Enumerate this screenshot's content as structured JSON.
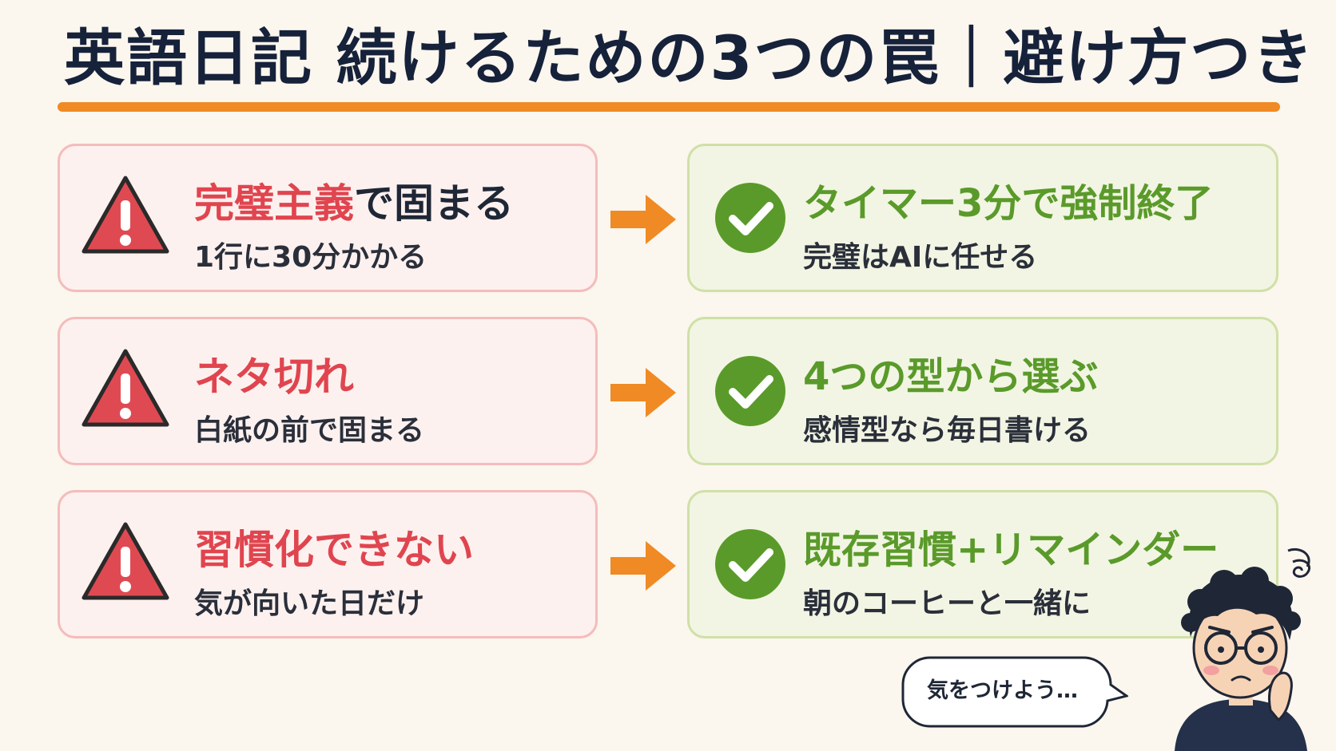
{
  "title": "英語日記 続けるための3つの罠｜避け方つき",
  "colors": {
    "accent": "#f08a24",
    "warning": "#e0454f",
    "success": "#5a9a2a",
    "text": "#16213a"
  },
  "rows": [
    {
      "problem": {
        "title_highlight": "完璧主義",
        "title_rest": "で固まる",
        "sub": "1行に30分かかる",
        "icon": "warning-icon"
      },
      "solution": {
        "title": "タイマー3分で強制終了",
        "sub": "完璧はAIに任せる",
        "icon": "check-icon"
      }
    },
    {
      "problem": {
        "title_highlight": "ネタ切れ",
        "title_rest": "",
        "sub": "白紙の前で固まる",
        "icon": "warning-icon"
      },
      "solution": {
        "title": "4つの型から選ぶ",
        "sub": "感情型なら毎日書ける",
        "icon": "check-icon"
      }
    },
    {
      "problem": {
        "title_highlight": "習慣化できない",
        "title_rest": "",
        "sub": "気が向いた日だけ",
        "icon": "warning-icon"
      },
      "solution": {
        "title": "既存習慣+リマインダー",
        "sub": "朝のコーヒーと一緒に",
        "icon": "check-icon"
      }
    }
  ],
  "speech_bubble": "気をつけよう…"
}
